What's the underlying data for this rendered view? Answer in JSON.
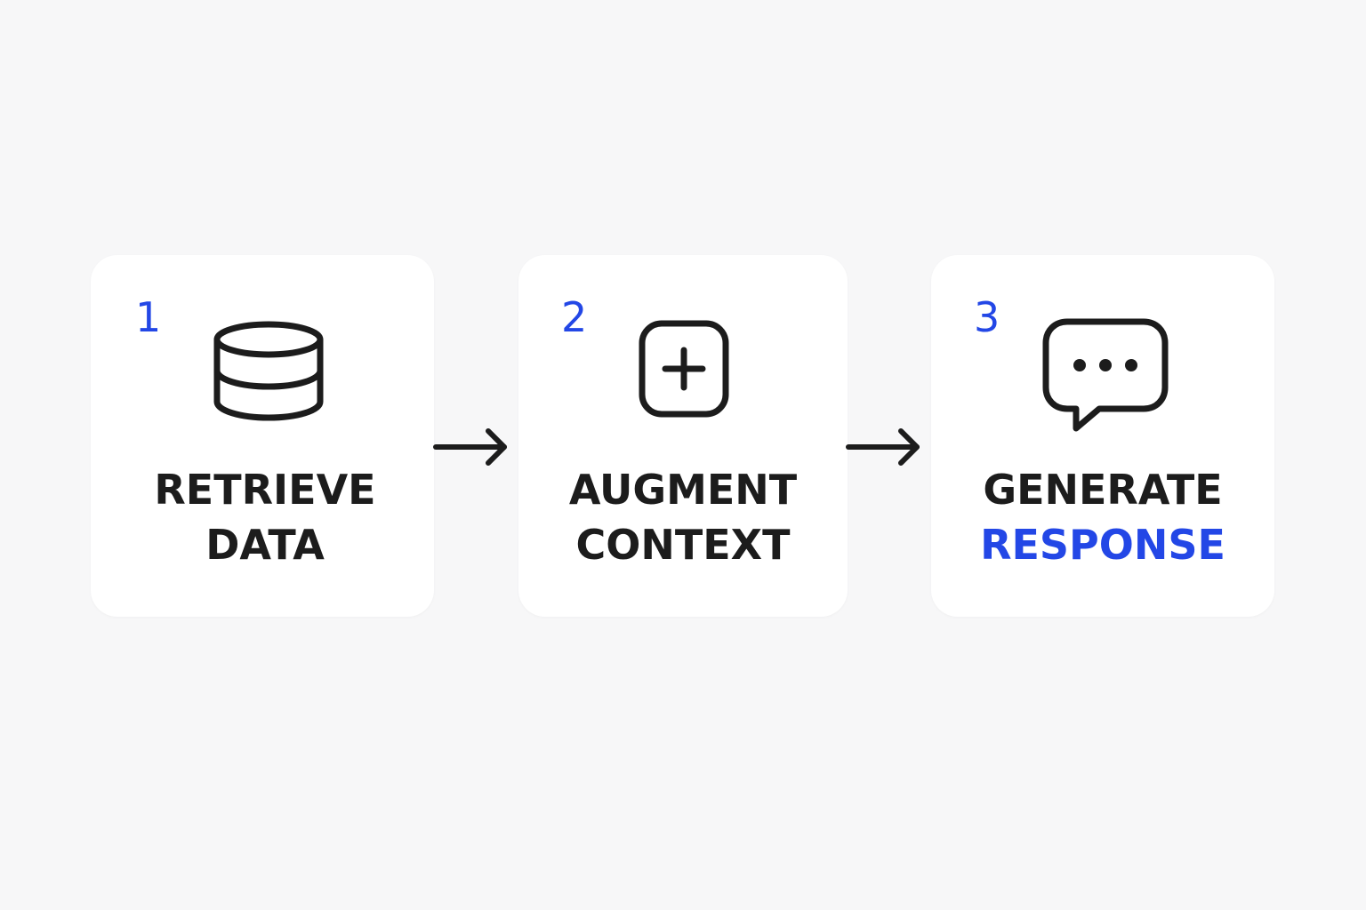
{
  "steps": [
    {
      "number": "1",
      "icon": "database-icon",
      "label_line1": "RETRIEVE",
      "label_line2": "DATA"
    },
    {
      "number": "2",
      "icon": "plus-square-icon",
      "label_line1": "AUGMENT",
      "label_line2": "CONTEXT"
    },
    {
      "number": "3",
      "icon": "chat-bubble-icon",
      "label_line1": "GENERATE",
      "label_line2": "RESPONSE"
    }
  ],
  "colors": {
    "accent": "#2347e6",
    "text": "#1c1c1c",
    "card": "#ffffff",
    "background": "#f7f7f8"
  }
}
